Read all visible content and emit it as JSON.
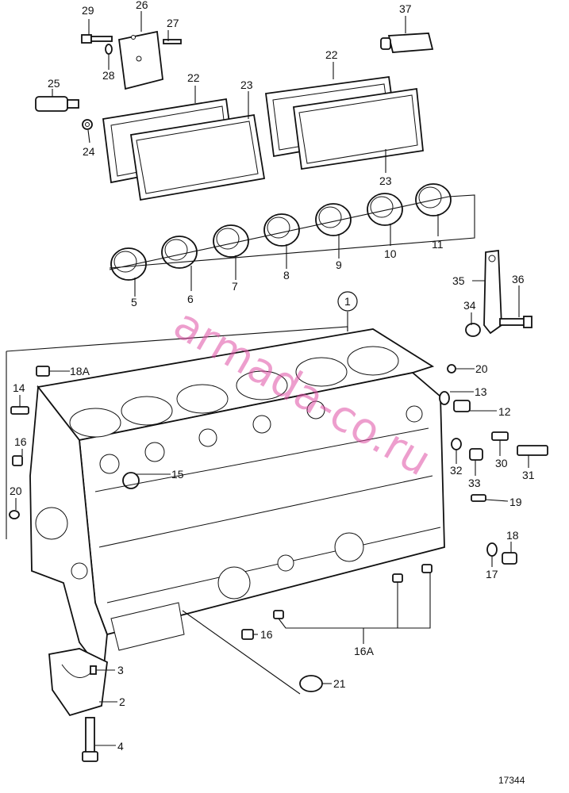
{
  "diagram": {
    "figure_number": "17344",
    "watermark": "armada-co.ru",
    "callouts": {
      "c1": "1",
      "c2": "2",
      "c3": "3",
      "c4": "4",
      "c5": "5",
      "c6": "6",
      "c7": "7",
      "c8": "8",
      "c9": "9",
      "c10": "10",
      "c11": "11",
      "c12": "12",
      "c13": "13",
      "c14": "14",
      "c15": "15",
      "c16a": "16",
      "c16b": "16",
      "c16A": "16A",
      "c17": "17",
      "c18": "18",
      "c18A": "18A",
      "c19": "19",
      "c20a": "20",
      "c20b": "20",
      "c21": "21",
      "c22a": "22",
      "c22b": "22",
      "c23a": "23",
      "c23b": "23",
      "c24": "24",
      "c25": "25",
      "c26": "26",
      "c27": "27",
      "c28": "28",
      "c29": "29",
      "c30": "30",
      "c31": "31",
      "c32": "32",
      "c33": "33",
      "c34": "34",
      "c35": "35",
      "c36": "36",
      "c37": "37"
    }
  }
}
